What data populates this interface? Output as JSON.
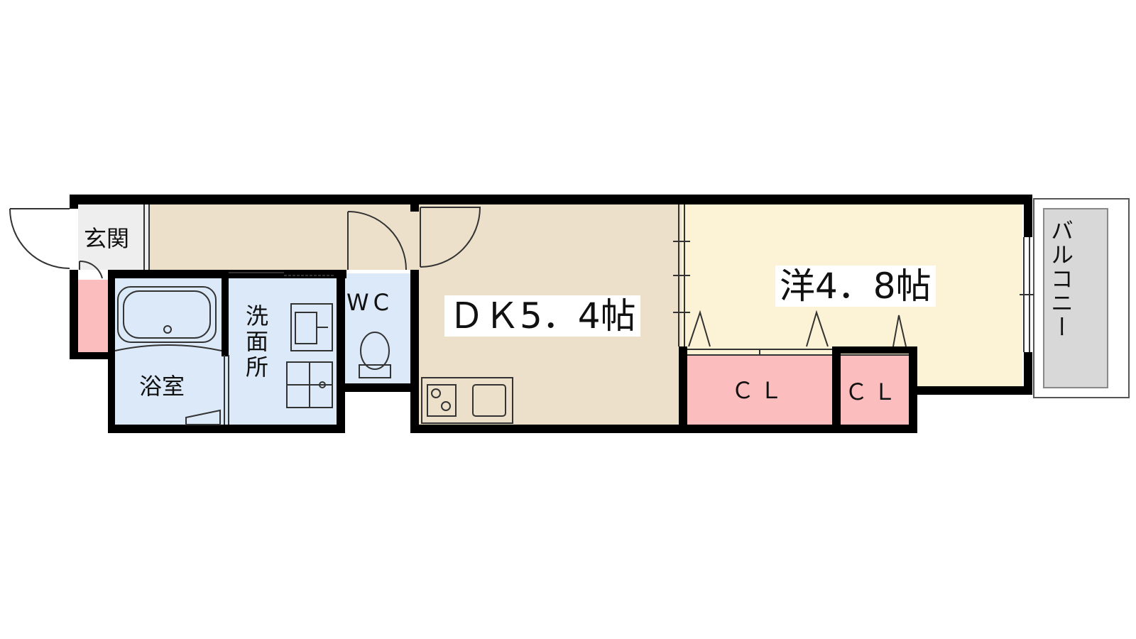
{
  "labels": {
    "entrance": "玄関",
    "bath": "浴室",
    "washroom": "洗面所",
    "wc": "WC",
    "dk": "ＤＫ5．4帖",
    "western_room": "洋4．8帖",
    "closet_1": "ＣＬ",
    "closet_2": "ＣＬ",
    "balcony": "バルコニー"
  },
  "colors": {
    "wall": "#000000",
    "dk_floor": "#ede0cb",
    "room_floor": "#fcf2d6",
    "wet_area": "#dbe9f8",
    "closet": "#fbbdbd",
    "entrance_floor": "#eeeeee",
    "balcony": "#d8d8d8",
    "fixture_line": "#333333"
  }
}
